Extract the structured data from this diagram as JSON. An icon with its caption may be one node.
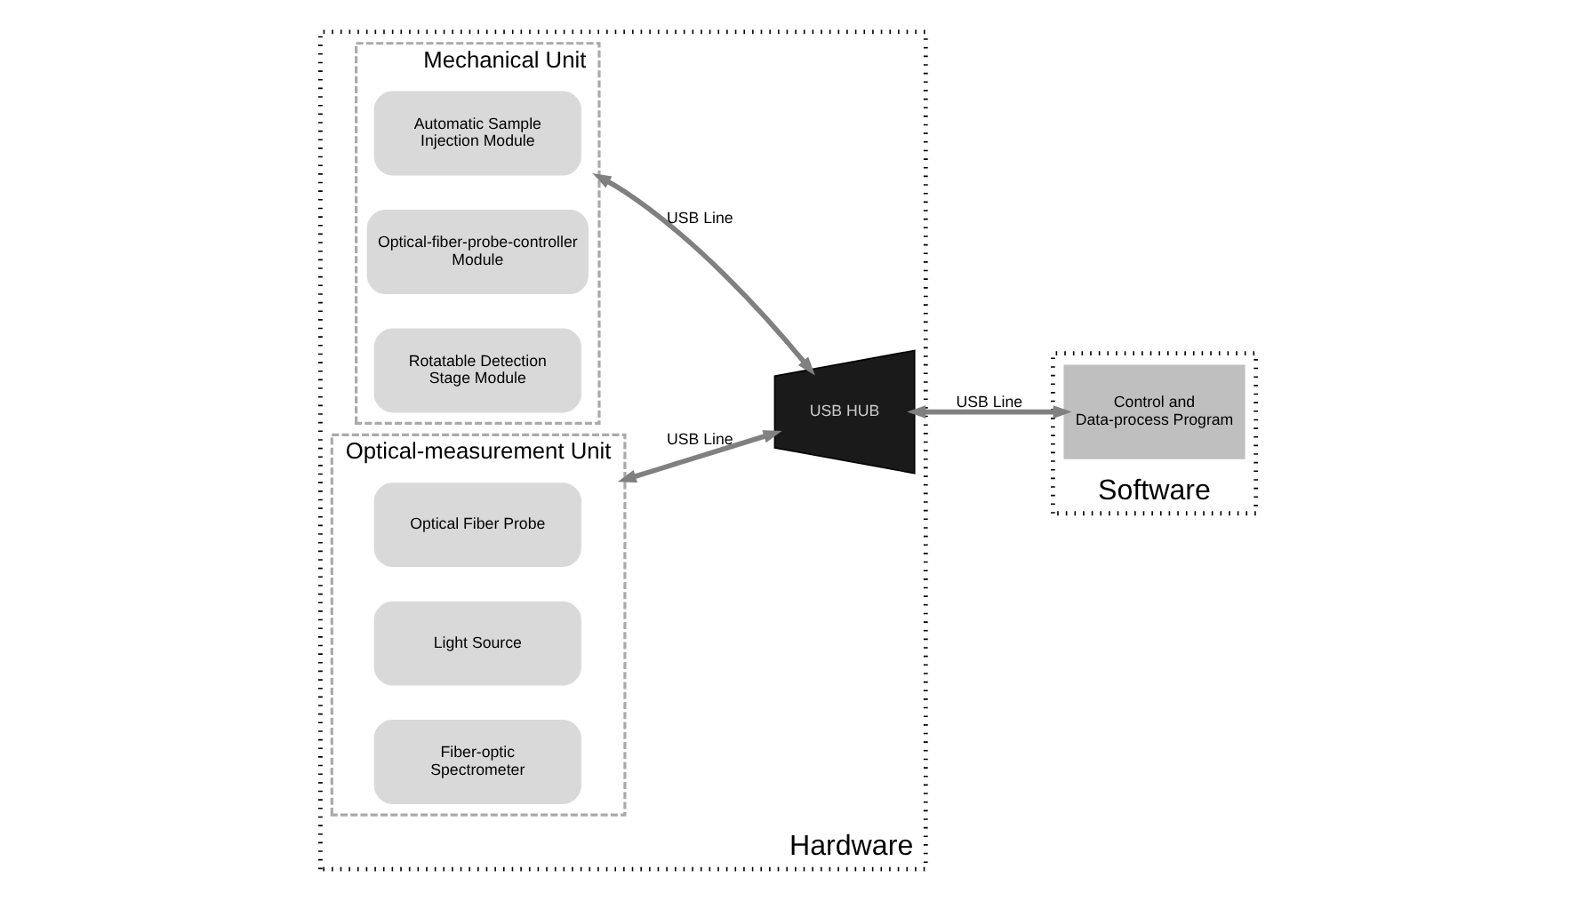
{
  "diagram": {
    "nodes": [
      {
        "text": [
          "Hardware"
        ]
      },
      {
        "text": [
          "Mechanical Unit"
        ],
        "in": 0
      },
      {
        "text": [
          "Automatic Sample Injection Module"
        ],
        "in": 1
      },
      {
        "text": [
          "Optical-fiber-probe-controller Module"
        ],
        "in": 1
      },
      {
        "text": [
          "Rotatable Detection Stage Module"
        ],
        "in": 1
      },
      {
        "text": [
          "Optical-measurement Unit"
        ],
        "in": 0
      },
      {
        "text": [
          "Optical Fiber Probe"
        ],
        "in": 5
      },
      {
        "text": [
          "Light Source"
        ],
        "in": 5
      },
      {
        "text": [
          "Fiber-optic Spectrometer"
        ],
        "in": 5
      },
      {
        "text": [
          "USB HUB"
        ],
        "in": 0
      },
      {
        "text": [
          "Software"
        ]
      },
      {
        "text": [
          "Control and Data-process Program"
        ],
        "in": 10
      }
    ],
    "edges": [
      {
        "from": 1,
        "to": 9,
        "arrow": "both",
        "label": "USB Line"
      },
      {
        "from": 5,
        "to": 9,
        "arrow": "both",
        "label": "USB Line"
      },
      {
        "from": 9,
        "to": 11,
        "arrow": "both",
        "label": "USB Line"
      }
    ]
  }
}
